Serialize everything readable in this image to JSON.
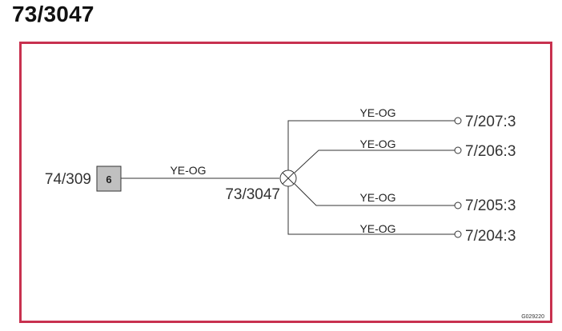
{
  "title": "73/3047",
  "colors": {
    "frame": "#c8314f",
    "connector_fill": "#c0c0c0",
    "wire": "#333333"
  },
  "source": {
    "label": "74/309",
    "pin": "6",
    "wire_color": "YE-OG"
  },
  "splice": {
    "label": "73/3047",
    "icon": "splice-crossed-circle-icon"
  },
  "branches": [
    {
      "target": "7/207:3",
      "wire_color": "YE-OG"
    },
    {
      "target": "7/206:3",
      "wire_color": "YE-OG"
    },
    {
      "target": "7/205:3",
      "wire_color": "YE-OG"
    },
    {
      "target": "7/204:3",
      "wire_color": "YE-OG"
    }
  ],
  "figure_code": "G029220"
}
